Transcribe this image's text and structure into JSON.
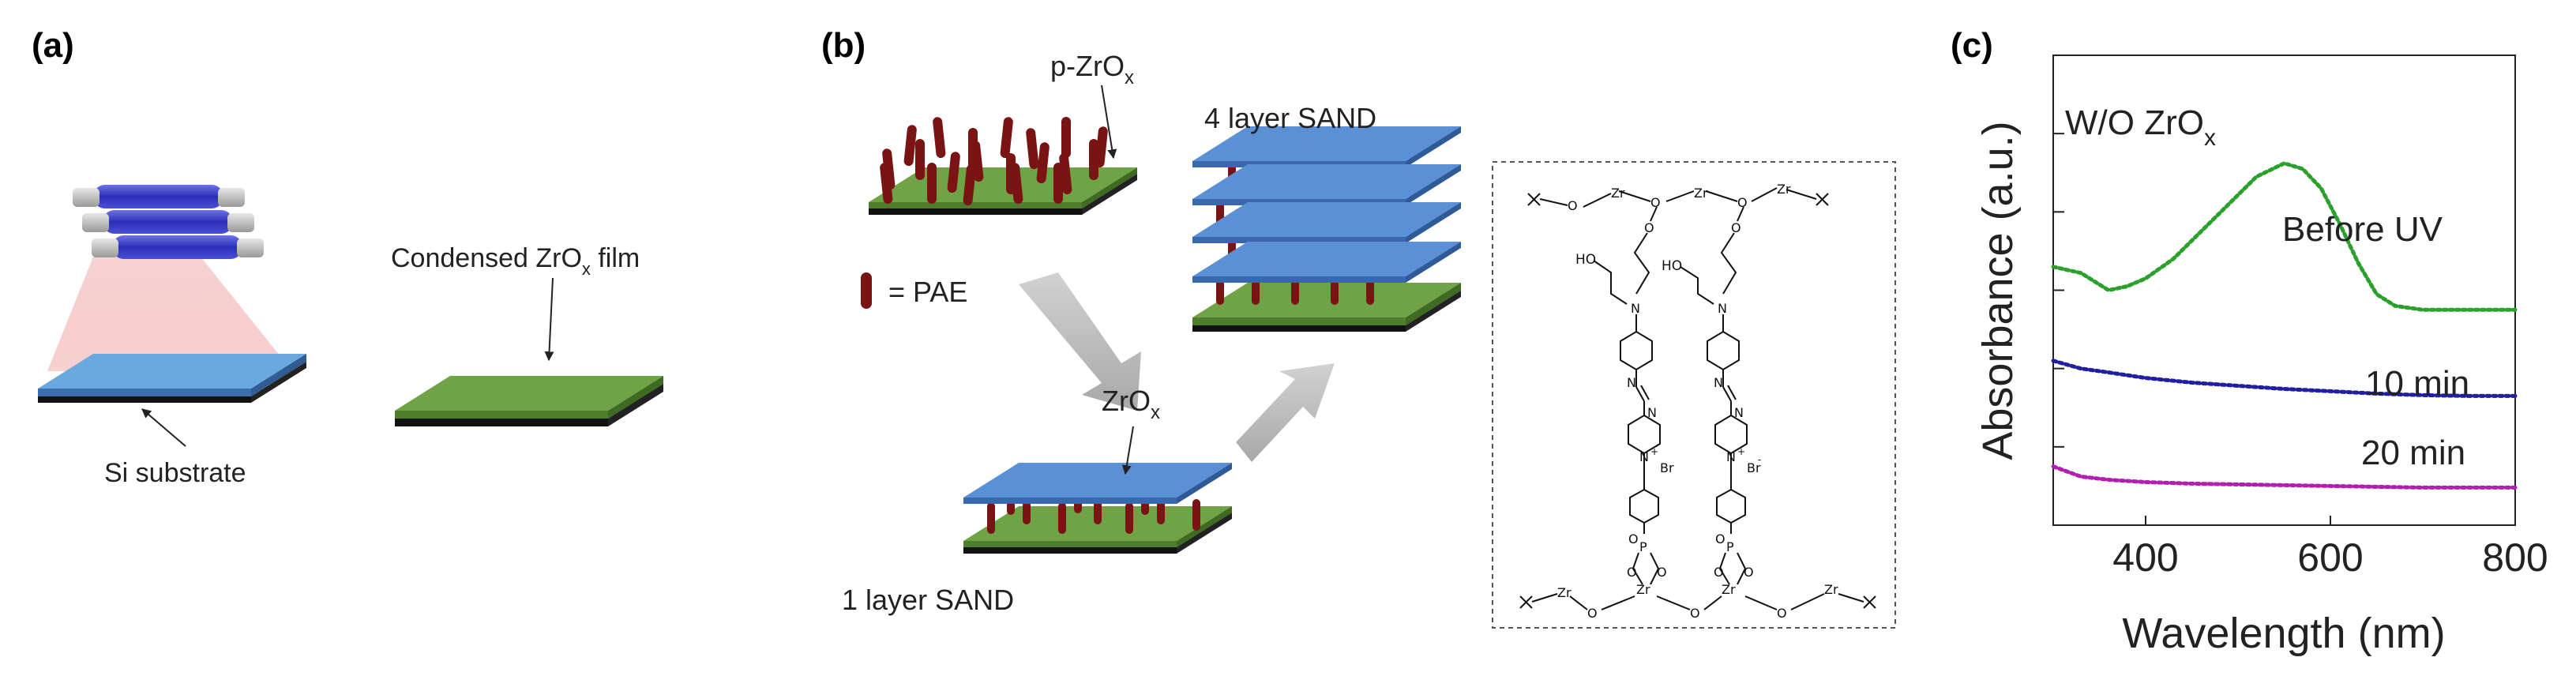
{
  "panel_a": {
    "label": "(a)",
    "film_label": "Condensed ZrO",
    "film_label_sub": "x",
    "film_label_tail": " film",
    "substrate_label": "Si substrate"
  },
  "panel_b": {
    "label": "(b)",
    "pzro_label": "p-ZrO",
    "pzro_sub": "x",
    "pae_legend": "= PAE",
    "zro_label": "ZrO",
    "zro_sub": "x",
    "four_layer_label": "4 layer SAND",
    "one_layer_label": "1 layer SAND",
    "structure": {
      "ho_left": "HO",
      "ho_right": "HO",
      "zr": "Zr",
      "n": "N",
      "br": "Br",
      "p": "P",
      "o": "O",
      "plus": "+",
      "minus": "-"
    }
  },
  "panel_c": {
    "label": "(c)",
    "inset_title": "W/O ZrO",
    "inset_title_sub": "x"
  },
  "chart_data": {
    "type": "line",
    "xlabel": "Wavelength (nm)",
    "ylabel": "Absorbance (a.u.)",
    "xlim": [
      300,
      800
    ],
    "ylim": [
      0,
      6
    ],
    "xticks": [
      400,
      600,
      800
    ],
    "y_tick_labels_shown": false,
    "grid": false,
    "series": [
      {
        "name": "Before UV",
        "color": "#2ca02c",
        "dash": "dotted",
        "x": [
          300,
          330,
          360,
          380,
          400,
          430,
          460,
          490,
          520,
          550,
          570,
          590,
          610,
          630,
          650,
          670,
          700,
          740,
          800
        ],
        "y": [
          3.3,
          3.22,
          3.0,
          3.05,
          3.15,
          3.4,
          3.75,
          4.1,
          4.45,
          4.62,
          4.55,
          4.3,
          3.85,
          3.35,
          2.95,
          2.8,
          2.75,
          2.75,
          2.75
        ]
      },
      {
        "name": "10 min",
        "color": "#1f1fa0",
        "dash": "dotted",
        "x": [
          300,
          330,
          360,
          400,
          450,
          500,
          550,
          600,
          650,
          700,
          750,
          800
        ],
        "y": [
          2.1,
          2.0,
          1.95,
          1.88,
          1.82,
          1.78,
          1.74,
          1.71,
          1.68,
          1.66,
          1.65,
          1.65
        ]
      },
      {
        "name": "20 min",
        "color": "#b01fb0",
        "dash": "dotted",
        "x": [
          300,
          330,
          360,
          400,
          450,
          500,
          550,
          600,
          650,
          700,
          750,
          800
        ],
        "y": [
          0.75,
          0.62,
          0.58,
          0.55,
          0.53,
          0.52,
          0.51,
          0.5,
          0.49,
          0.48,
          0.48,
          0.48
        ]
      }
    ],
    "colors": {
      "film_green": "#6fa346",
      "zrox_blue": "#5b8fd6",
      "pae_red": "#7a1414",
      "lamp_blue": "#3a3ec8",
      "uv_pink": "#f2b8b8"
    }
  }
}
